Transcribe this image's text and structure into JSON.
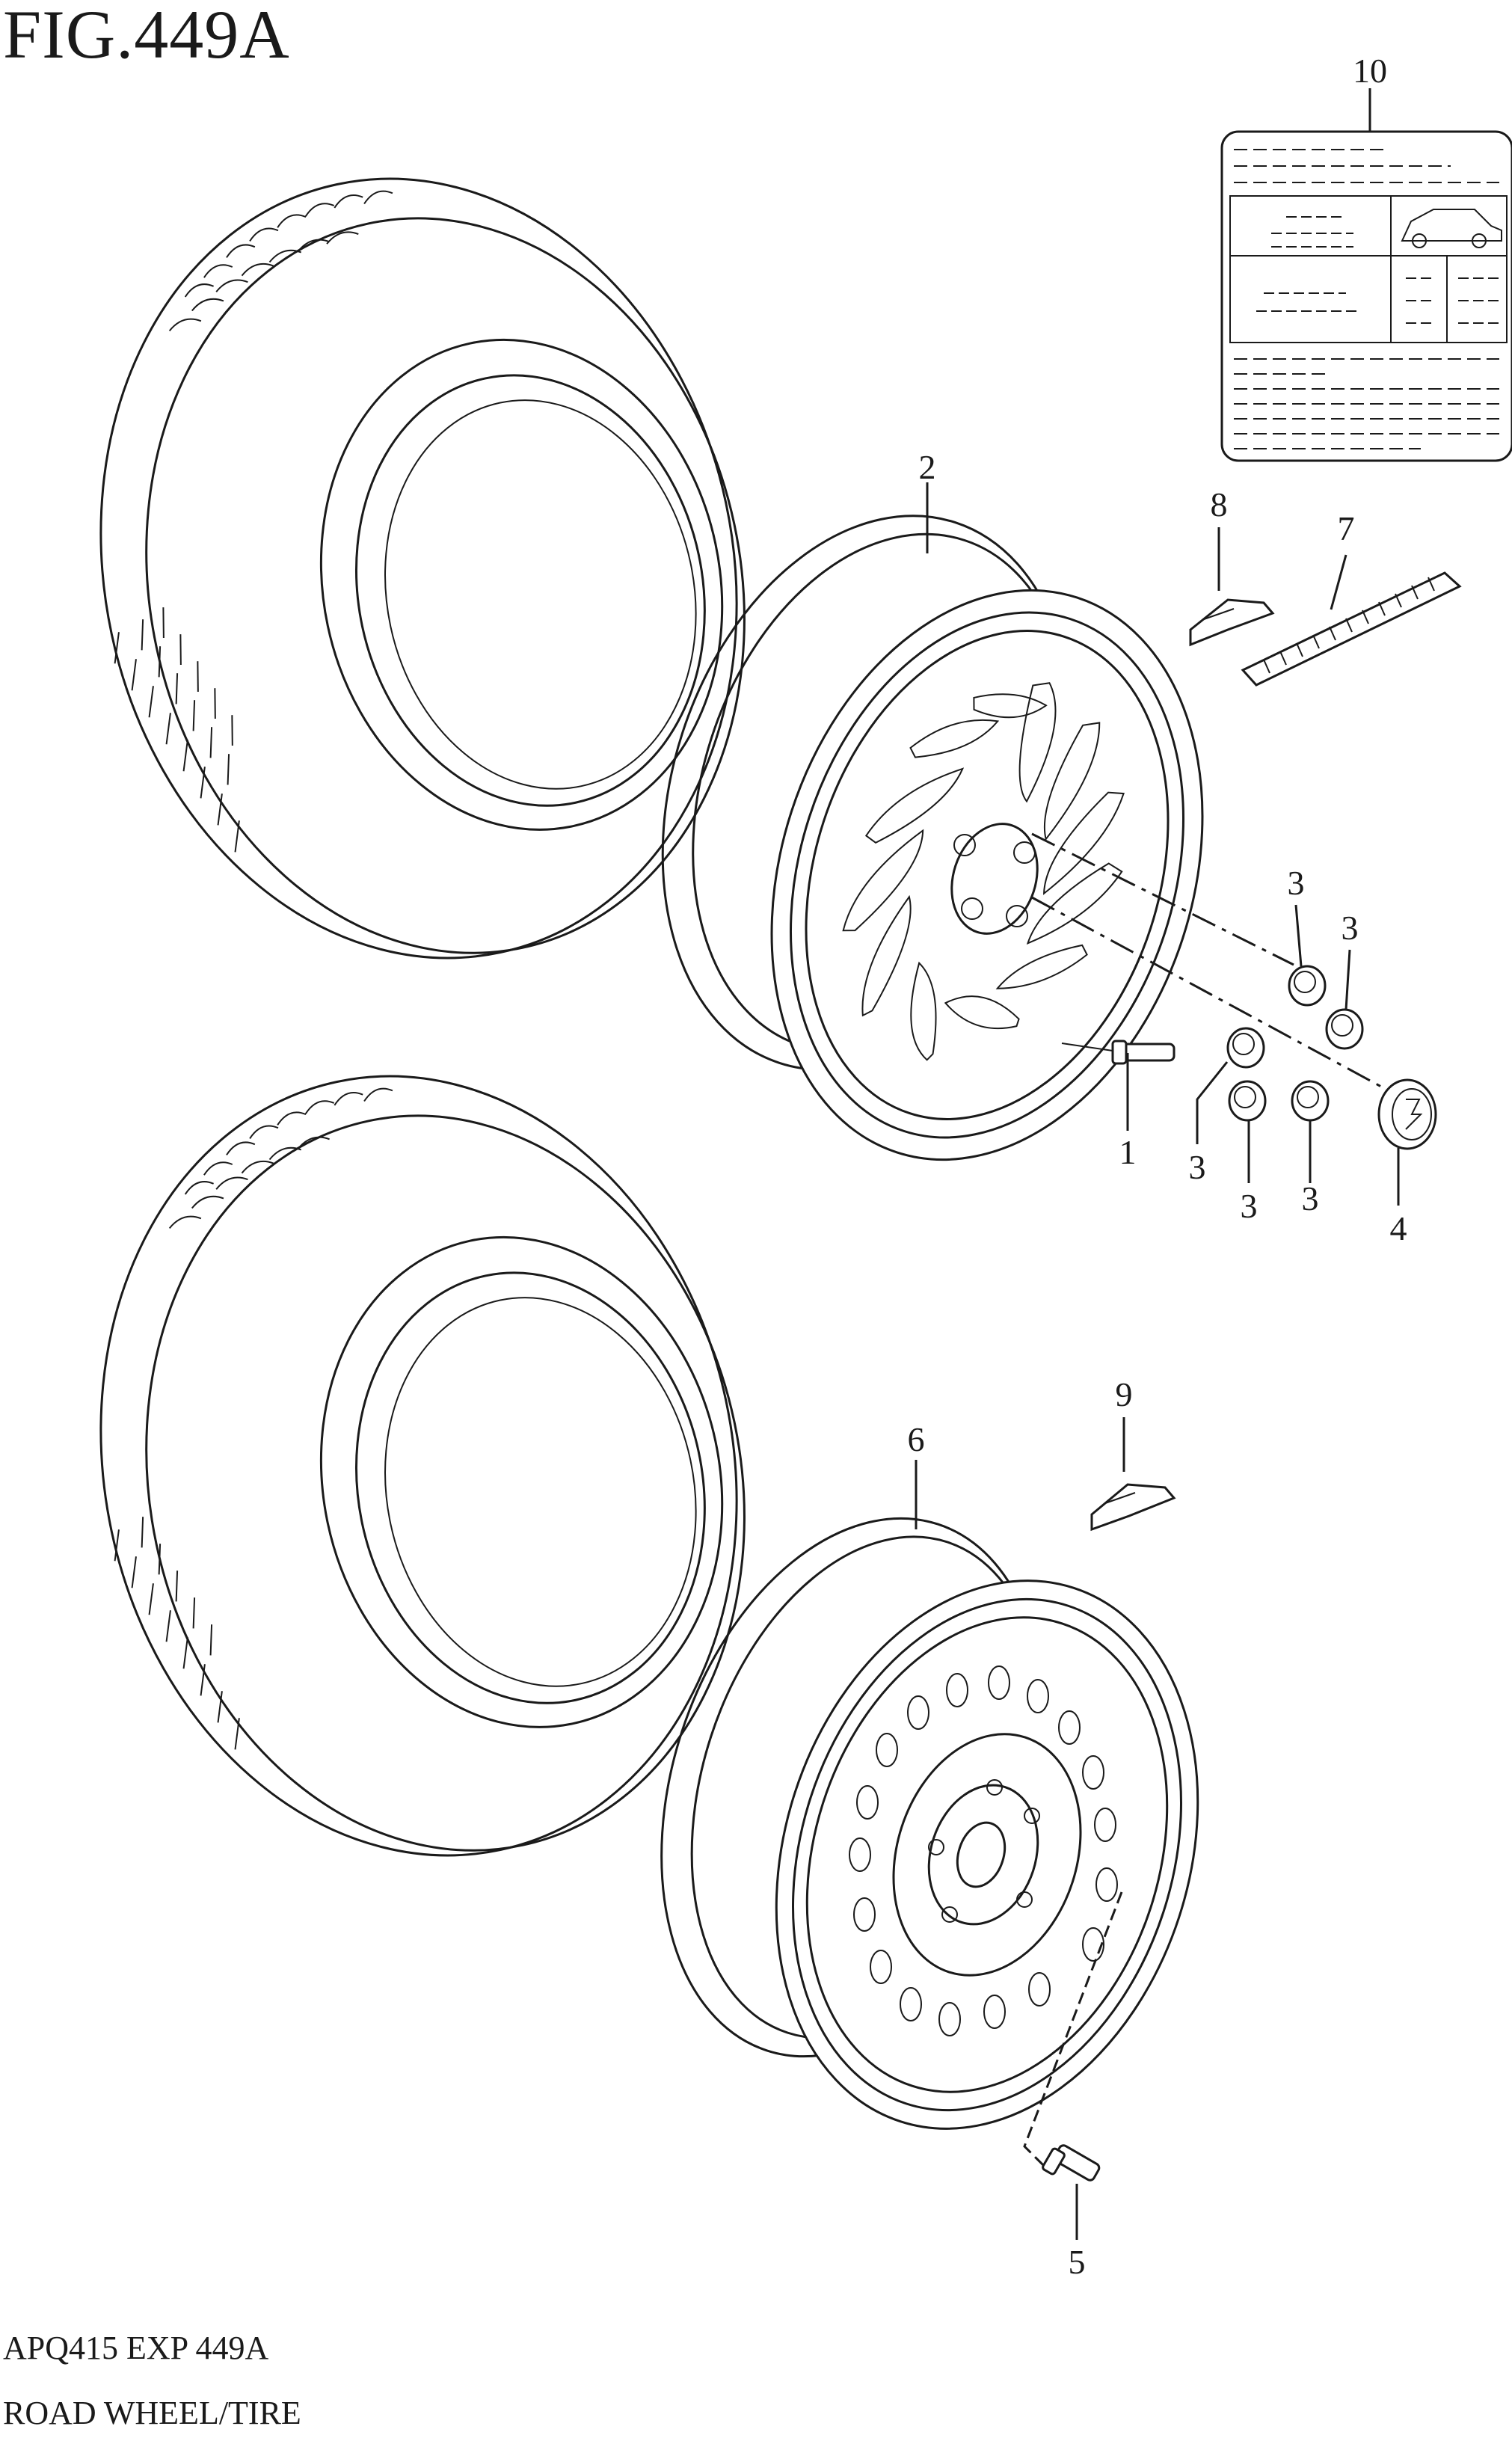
{
  "figure": {
    "title": "FIG.449A",
    "code": "APQ415 EXP 449A",
    "name": "ROAD WHEEL/TIRE"
  },
  "callouts": [
    {
      "id": "c1",
      "label": "1"
    },
    {
      "id": "c2",
      "label": "2"
    },
    {
      "id": "c3a",
      "label": "3"
    },
    {
      "id": "c3b",
      "label": "3"
    },
    {
      "id": "c3c",
      "label": "3"
    },
    {
      "id": "c3d",
      "label": "3"
    },
    {
      "id": "c3e",
      "label": "3"
    },
    {
      "id": "c4",
      "label": "4"
    },
    {
      "id": "c5",
      "label": "5"
    },
    {
      "id": "c6",
      "label": "6"
    },
    {
      "id": "c7",
      "label": "7"
    },
    {
      "id": "c8",
      "label": "8"
    },
    {
      "id": "c9",
      "label": "9"
    },
    {
      "id": "c10",
      "label": "10"
    }
  ],
  "colors": {
    "line": "#1a1a1a",
    "background": "#ffffff"
  }
}
